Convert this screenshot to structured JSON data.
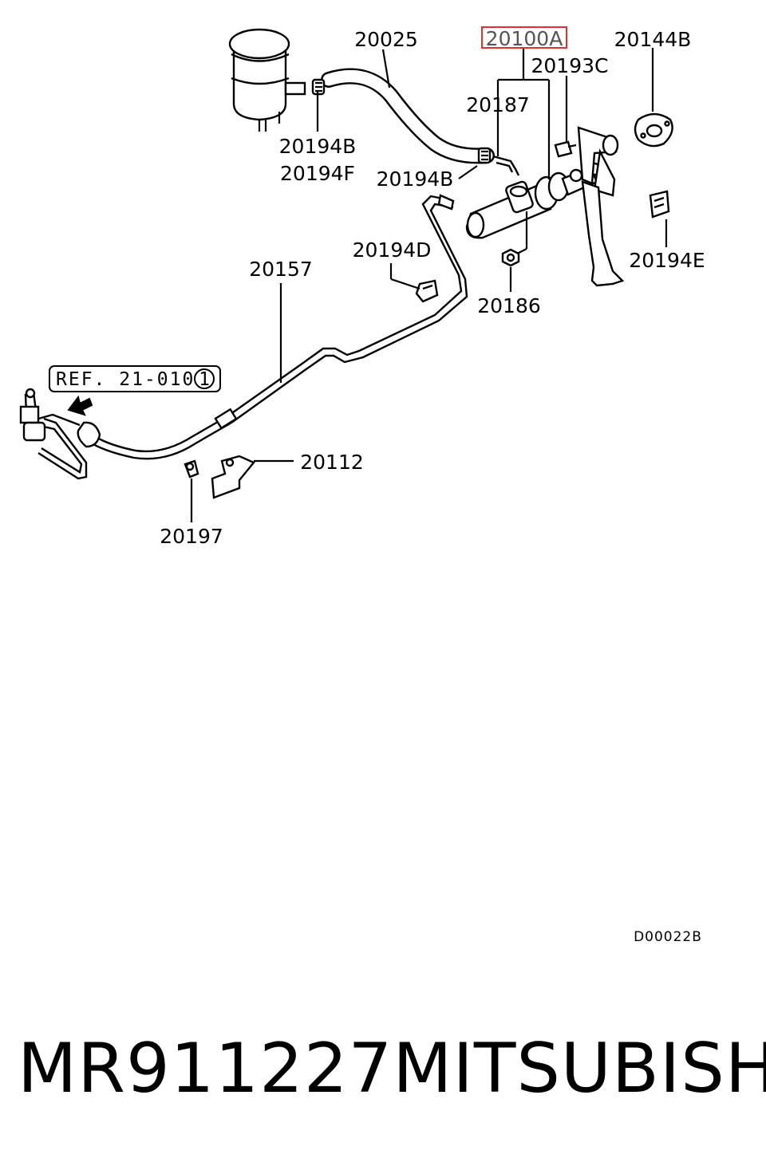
{
  "parts": {
    "p20025": "20025",
    "p20100A": "20100A",
    "p20144B": "20144B",
    "p20193C": "20193C",
    "p20187": "20187",
    "p20194B_top": "20194B",
    "p20194F": "20194F",
    "p20194B_mid": "20194B",
    "p20194D": "20194D",
    "p20157": "20157",
    "p20186": "20186",
    "p20194E": "20194E",
    "p20112": "20112",
    "p20197": "20197"
  },
  "reference": {
    "text": "REF. 21-010",
    "circle_number": "1"
  },
  "drawing_code": "D00022B",
  "highlight_color": "#e03030",
  "footer": {
    "part_number": "MR911227",
    "brand": "MITSUBISHI"
  }
}
